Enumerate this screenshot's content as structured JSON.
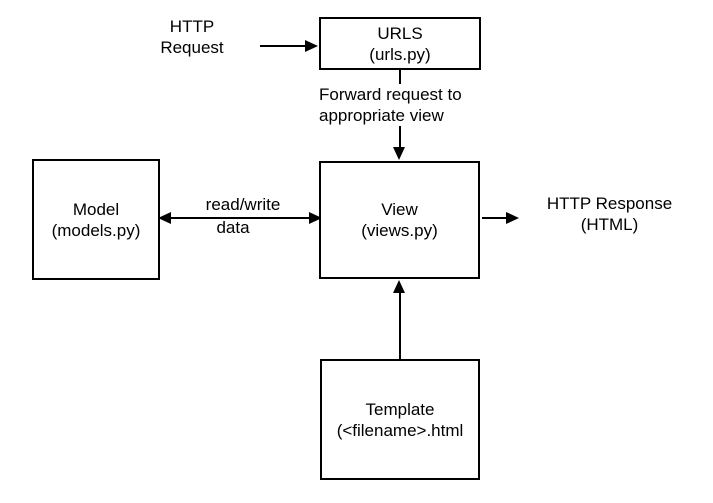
{
  "nodes": {
    "urls": {
      "title": "URLS",
      "subtitle": "(urls.py)"
    },
    "model": {
      "title": "Model",
      "subtitle": "(models.py)"
    },
    "view": {
      "title": "View",
      "subtitle": "(views.py)"
    },
    "template": {
      "title": "Template",
      "subtitle": "(<filename>.html"
    }
  },
  "labels": {
    "http_request": "HTTP\nRequest",
    "forward_request": "Forward request to\nappropriate view",
    "read_write": "read/write",
    "data_label": "data",
    "http_response": "HTTP Response\n(HTML)"
  },
  "colors": {
    "stroke": "#000000",
    "background": "#ffffff"
  }
}
